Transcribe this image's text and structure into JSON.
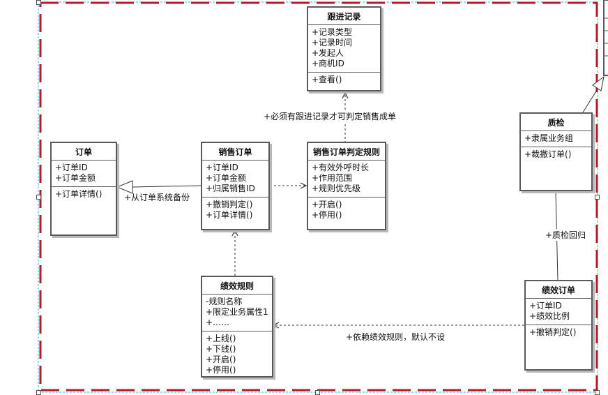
{
  "classes": {
    "follow_record": {
      "title": "跟进记录",
      "attrs": [
        "+记录类型",
        "+记录时间",
        "+发起人",
        "+商机ID"
      ],
      "ops": [
        "+查看()"
      ]
    },
    "order": {
      "title": "订单",
      "attrs": [
        "+订单ID",
        "+订单金额"
      ],
      "ops": [
        "+订单详情()"
      ]
    },
    "sales_order": {
      "title": "销售订单",
      "attrs": [
        "+订单ID",
        "+订单金额",
        "+归属销售ID"
      ],
      "ops": [
        "+撤销判定()",
        "+订单详情()"
      ]
    },
    "sales_rule": {
      "title": "销售订单判定规则",
      "attrs": [
        "+有效外呼时长",
        "+作用范围",
        "+规则优先级"
      ],
      "ops": [
        "+开启()",
        "+停用()"
      ]
    },
    "qc": {
      "title": "质检",
      "attrs": [
        "+隶属业务组"
      ],
      "ops": [
        "+裁撤订单()"
      ]
    },
    "perf_rule": {
      "title": "绩效规则",
      "attrs": [
        "-规则名称",
        "+限定业务属性1",
        "+……"
      ],
      "ops": [
        "+上线()",
        "+下线()",
        "+开启()",
        "+停用()"
      ]
    },
    "perf_order": {
      "title": "绩效订单",
      "attrs": [
        "+订单ID",
        "+绩效比例"
      ],
      "ops": [
        "+撤销判定()"
      ]
    }
  },
  "labels": {
    "must_follow": "+必须有跟进记录才可判定销售成单",
    "backup": "+从订单系统备份",
    "qc_return": "+质检回归",
    "depends_rule": "+依赖绩效规则，默认不设"
  },
  "colors": {
    "frame": "#b5192e",
    "selection": "#39b8c8",
    "box_border": "#5a5a5a"
  }
}
